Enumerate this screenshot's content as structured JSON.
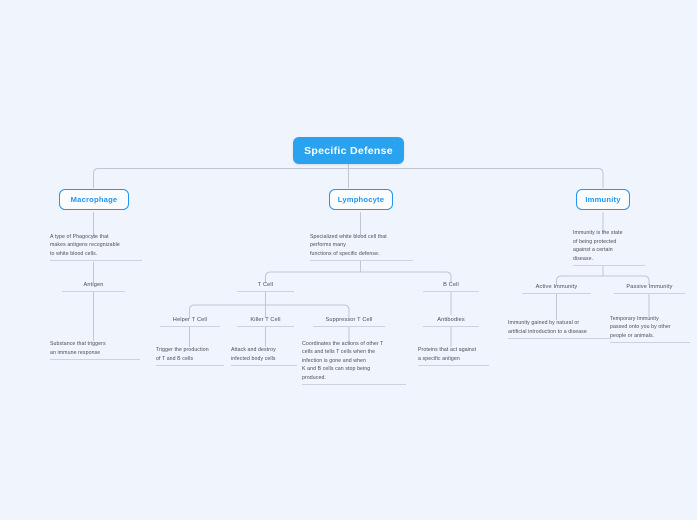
{
  "meta": {
    "background_color": "#f0f4fd",
    "accent_color": "#29a3f0",
    "branch_border_color": "#2196f3",
    "connector_color": "#bfc6d6",
    "text_color": "#4a4a55"
  },
  "root": {
    "label": "Specific Defense"
  },
  "branches": [
    {
      "id": "macrophage",
      "label": "Macrophage",
      "description": "A type of Phagocyte that\nmakes antigens recognizable\nto white blood cells.",
      "children": [
        {
          "id": "antigen",
          "label": "Antigen",
          "description": "Substance that triggers\nan immune response"
        }
      ]
    },
    {
      "id": "lymphocyte",
      "label": "Lymphocyte",
      "description": "Specialized white blood cell that\nperforms many\n  functions of specific defense.",
      "children": [
        {
          "id": "t-cell",
          "label": "T Cell",
          "children": [
            {
              "id": "helper-t-cell",
              "label": "Helper T Cell",
              "description": "Trigger the production\nof T and B cells"
            },
            {
              "id": "killer-t-cell",
              "label": "Killer T Cell",
              "description": "Attack and destroy\ninfected body cells"
            },
            {
              "id": "suppressor-t-cell",
              "label": "Suppressor T Cell",
              "description": "Coordinates the actions of other T\n  cells and tells T cells when the\n  infection is gone and when\nK and B cells can stop being\nproduced."
            }
          ]
        },
        {
          "id": "b-cell",
          "label": "B Cell",
          "children": [
            {
              "id": "antibodies",
              "label": "Antibodies",
              "description": "Proteins that act against\n a specific antigen"
            }
          ]
        }
      ]
    },
    {
      "id": "immunity",
      "label": "Immunity",
      "description": "Immunity is the state\nof being protected\nagainst a certain\ndisease.",
      "children": [
        {
          "id": "active-immunity",
          "label": "Active Immunity",
          "description": "Immunity gained by natural or\nartificial introduction to a disease"
        },
        {
          "id": "passive-immunity",
          "label": "Passive Immunity",
          "description": "Temporary Immunity\npassed onto you by other\npeople or animals."
        }
      ]
    }
  ]
}
